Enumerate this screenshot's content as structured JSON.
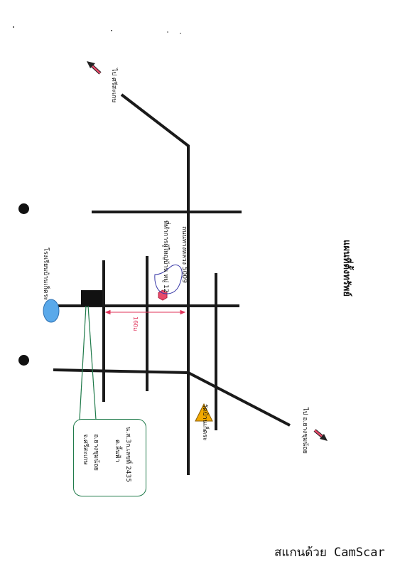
{
  "map": {
    "title": "แผนที่ตั้งทรัพย์",
    "labels": {
      "to_sisaket": "ไป ศรีสะเกษ",
      "to_yang_chum_noi": "ไป อ.ยางชุมน้อย",
      "school": "โรงเรียนบ้านเก็ดระ",
      "temple": "วัดบ้านเก็ดระ",
      "road": "ถนนทางหลวง 5009",
      "village_office": "ที่ทำการผู้ใหญ่บ้าน หมู่ 12",
      "distance": "160ม"
    },
    "callout": {
      "line1": "น.ส.3ก.เลขที่ 2435",
      "line2": "ต.ลิ้นฟ้า",
      "line3": "อ.ยางชุมน้อย",
      "line4": "จ.ศรีสะเกษ"
    },
    "colors": {
      "road": "#1a1a1a",
      "property": "#111111",
      "school_marker": "#5aa9ea",
      "temple_marker": "#f2a900",
      "office_marker": "#e84a6a",
      "distance_line": "#e0335a",
      "direction_arrow": "#e84a6a",
      "callout_border": "#1f7a4a",
      "callout_leader": "#1f7a4a"
    }
  },
  "scan_footer": "สแกนด้วย CamScar"
}
